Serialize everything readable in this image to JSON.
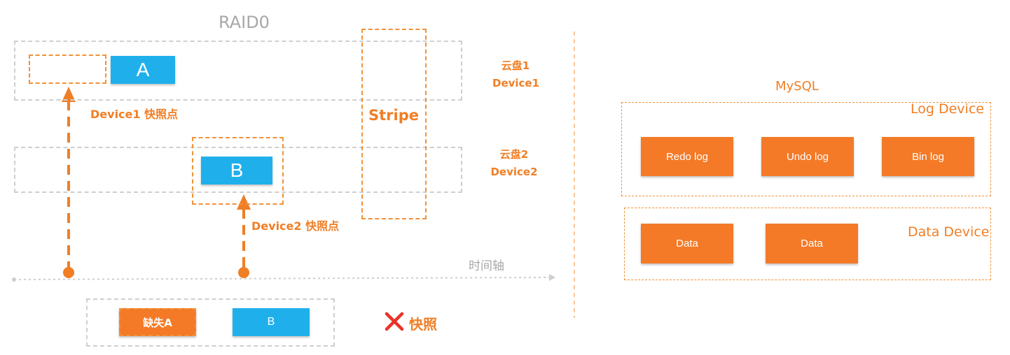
{
  "raid": {
    "title": "RAID0",
    "stripe_label": "Stripe",
    "disk1_line1": "云盘1",
    "disk1_line2": "Device1",
    "disk2_line1": "云盘2",
    "disk2_line2": "Device2",
    "block_a": "A",
    "block_b": "B",
    "snap1_label": "Device1 快照点",
    "snap2_label": "Device2 快照点",
    "timeline_label": "时间轴"
  },
  "result": {
    "missing_label": "缺失A",
    "block_b": "B",
    "verdict_icon": "cross-icon",
    "verdict_label": "快照"
  },
  "mysql": {
    "title": "MySQL",
    "log_device_label": "Log Device",
    "log_items": [
      "Redo log",
      "Undo log",
      "Bin log"
    ],
    "data_device_label": "Data Device",
    "data_items": [
      "Data",
      "Data"
    ]
  },
  "colors": {
    "orange": "#f07e25",
    "blue": "#1fb0ec",
    "gray": "#cfcfcf",
    "cross_red": "#e8332a"
  }
}
